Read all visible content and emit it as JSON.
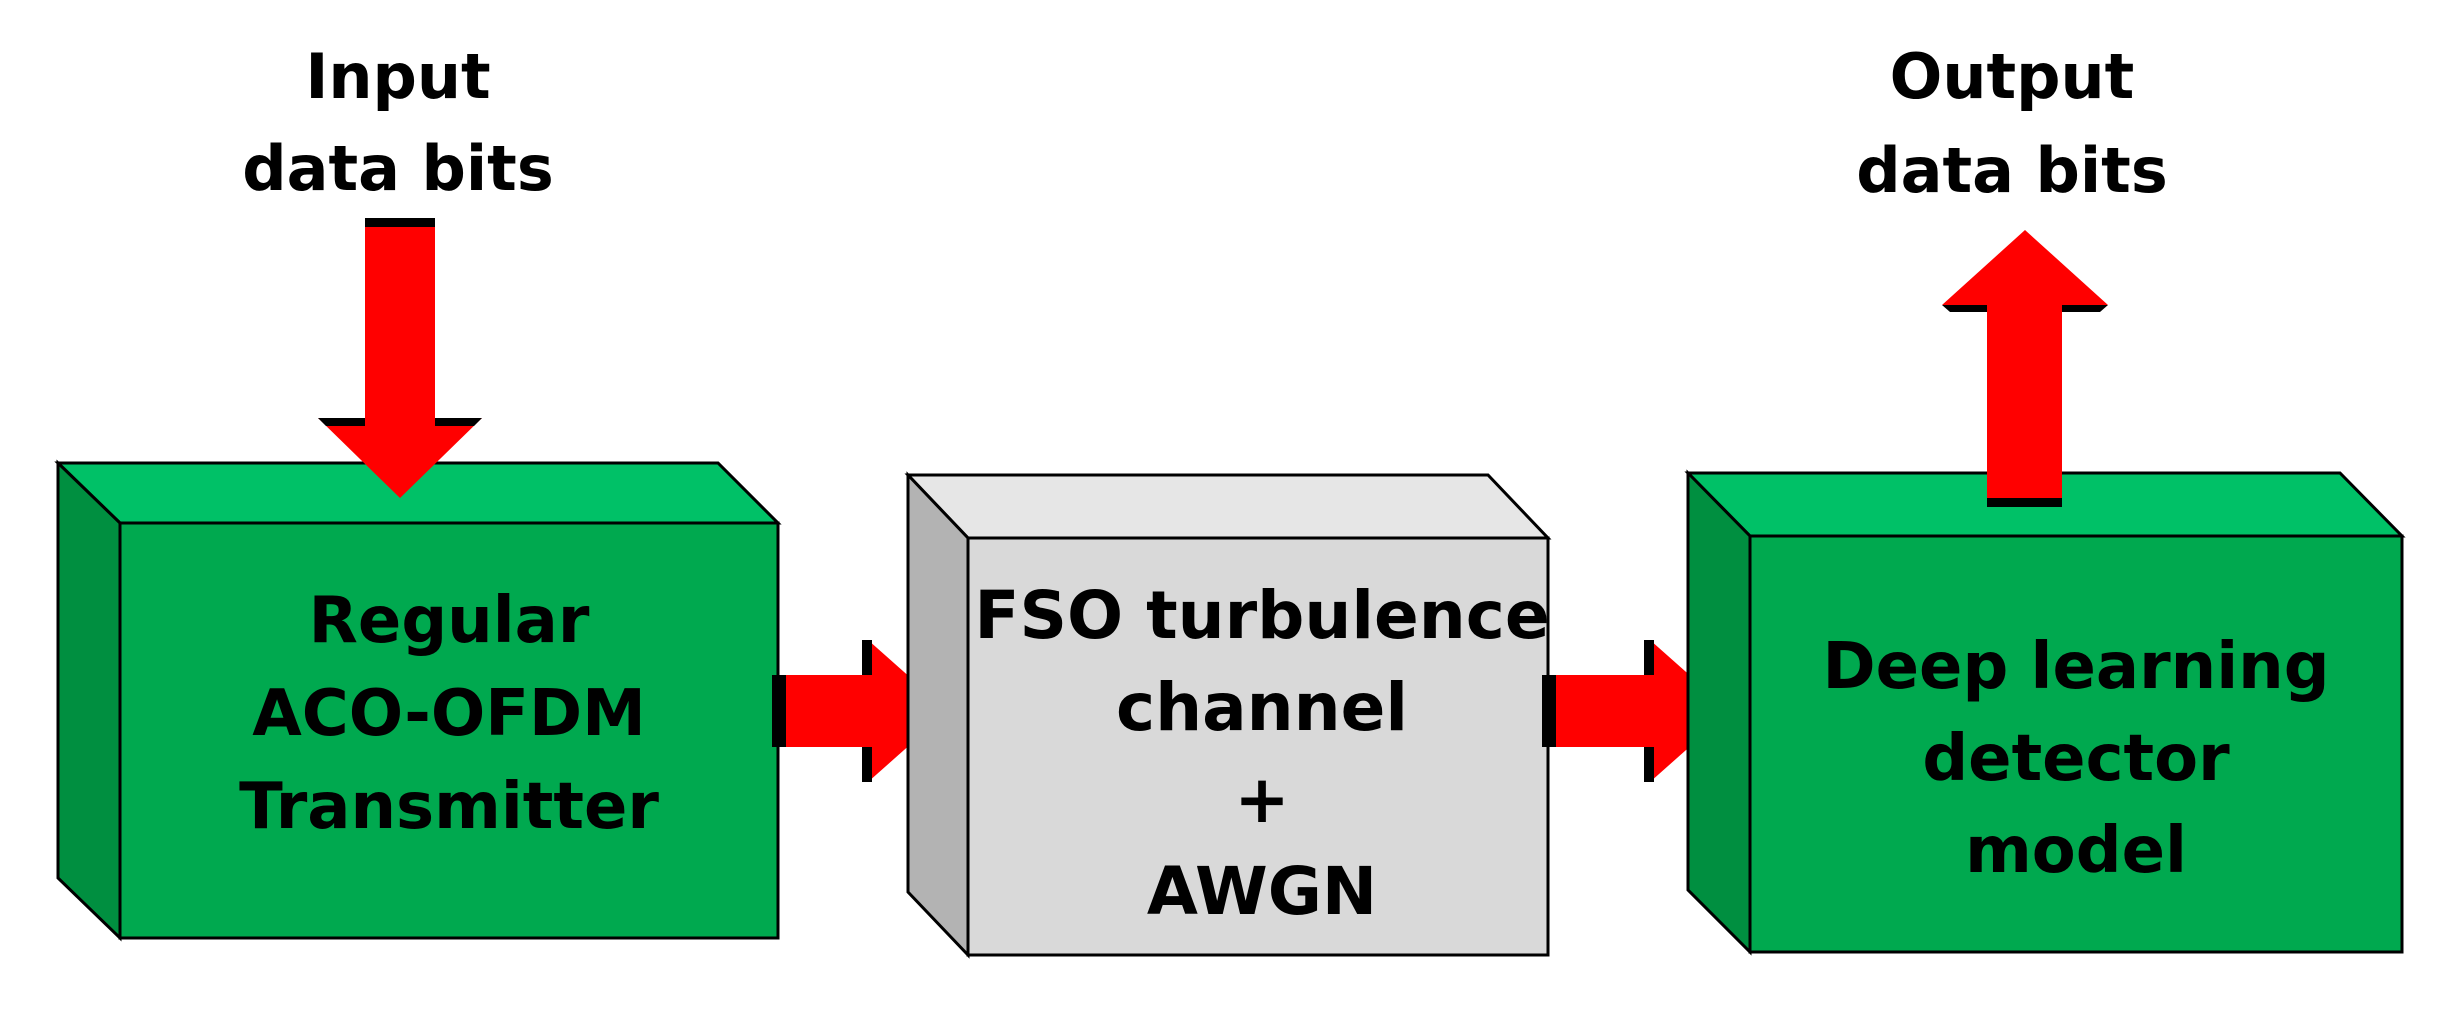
{
  "input_label": [
    "Input",
    "data bits"
  ],
  "output_label": [
    "Output",
    "data bits"
  ],
  "blocks": {
    "transmitter": [
      "Regular",
      "ACO-OFDM",
      "Transmitter"
    ],
    "channel": [
      "FSO turbulence",
      "channel",
      "+",
      "AWGN"
    ],
    "detector": [
      "Deep learning",
      "detector",
      "model"
    ]
  },
  "colors": {
    "green_front": "#00a94f",
    "green_top": "#00c167",
    "green_side": "#008f40",
    "gray_front": "#d9d9d9",
    "gray_top": "#e6e6e6",
    "gray_side": "#b3b3b3",
    "arrow": "#ff0000",
    "edge": "#000000"
  },
  "icons": {
    "input_arrow": "arrow-down-icon",
    "link_arrow": "arrow-right-icon",
    "output_arrow": "arrow-up-icon"
  }
}
